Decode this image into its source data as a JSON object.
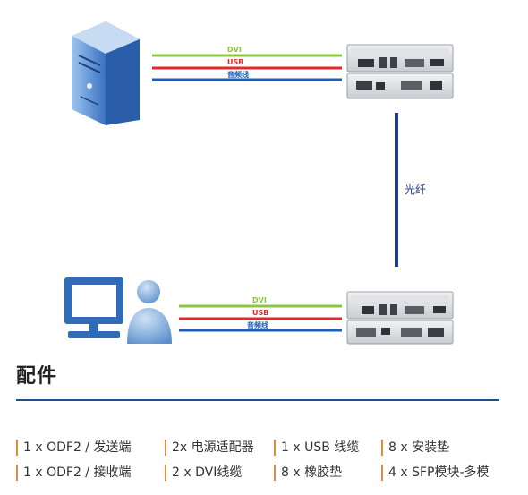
{
  "links": {
    "top": {
      "dvi": "DVI",
      "usb": "USB",
      "audio": "音频线"
    },
    "bottom": {
      "dvi": "DVI",
      "usb": "USB",
      "audio": "音频线"
    }
  },
  "fiber_label": "光纤",
  "colors": {
    "dvi": "#8dc63f",
    "usb": "#e5262b",
    "audio": "#1d5fb8",
    "fiber": "#1c3f8f",
    "accent": "#e08b3c"
  },
  "accessories": {
    "title": "配件",
    "items": [
      "1 x ODF2 / 发送端",
      "2x 电源适配器",
      "1 x USB 线缆",
      "8 x 安装垫",
      "1 x ODF2 / 接收端",
      "2 x DVI线缆",
      "8 x 橡胶垫",
      "4 x SFP模块-多模"
    ]
  }
}
